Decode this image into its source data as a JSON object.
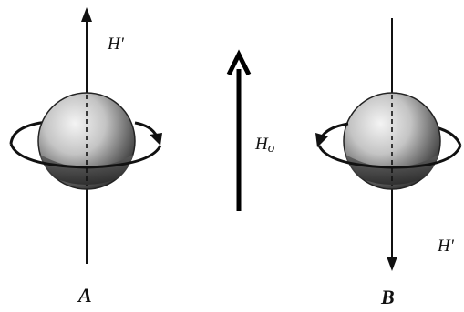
{
  "diagram": {
    "labels": {
      "left_field": "H'",
      "center_field": "Ho",
      "center_field_base": "H",
      "center_field_sub": "o",
      "right_field": "H'",
      "left_case": "A",
      "right_case": "B"
    },
    "colors": {
      "ink": "#111111",
      "sphere_highlight": "#f4f4f4",
      "sphere_mid": "#b8b8b8",
      "sphere_shadow": "#3a3a3a",
      "background": "#ffffff"
    },
    "spins": [
      {
        "id": "A",
        "moment_direction": "up",
        "rotation_arrow": "right"
      },
      {
        "id": "B",
        "moment_direction": "down",
        "rotation_arrow": "left"
      }
    ],
    "external_field_direction": "up"
  }
}
